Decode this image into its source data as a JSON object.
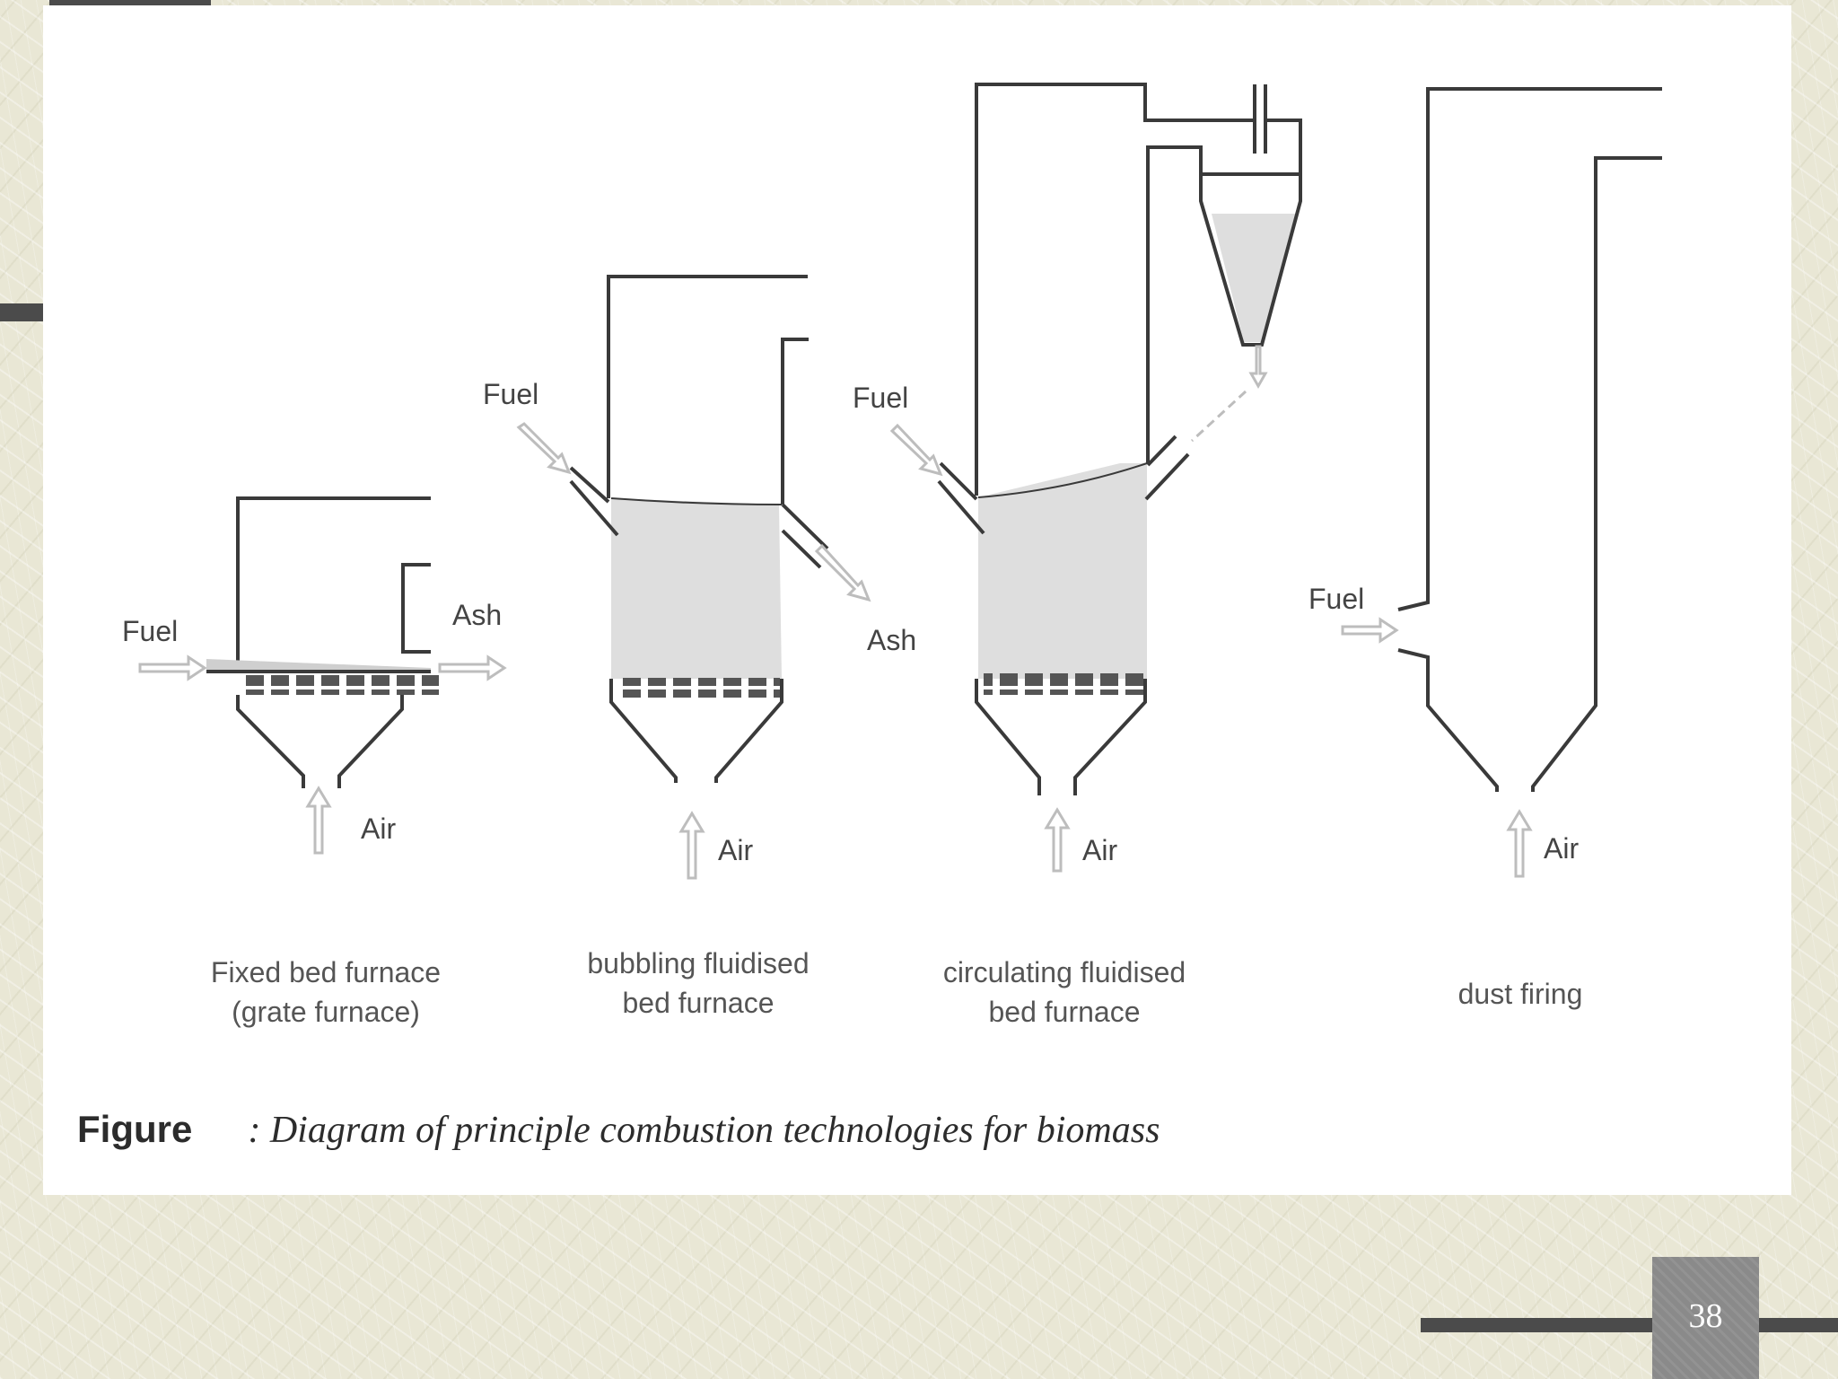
{
  "labels": {
    "fuel": "Fuel",
    "ash": "Ash",
    "air": "Air"
  },
  "furnaces": [
    {
      "line1": "Fixed bed furnace",
      "line2": "(grate furnace)"
    },
    {
      "line1": "bubbling fluidised",
      "line2": "bed furnace"
    },
    {
      "line1": "circulating fluidised",
      "line2": "bed furnace"
    },
    {
      "line1": "dust firing",
      "line2": ""
    }
  ],
  "caption": {
    "label": "Figure",
    "text": ": Diagram of principle combustion technologies for biomass"
  },
  "page_number": "38",
  "colors": {
    "line": "#3a3a3a",
    "bed_fill": "#dedede",
    "arrow": "#bdbdbd",
    "grate": "#555555"
  }
}
